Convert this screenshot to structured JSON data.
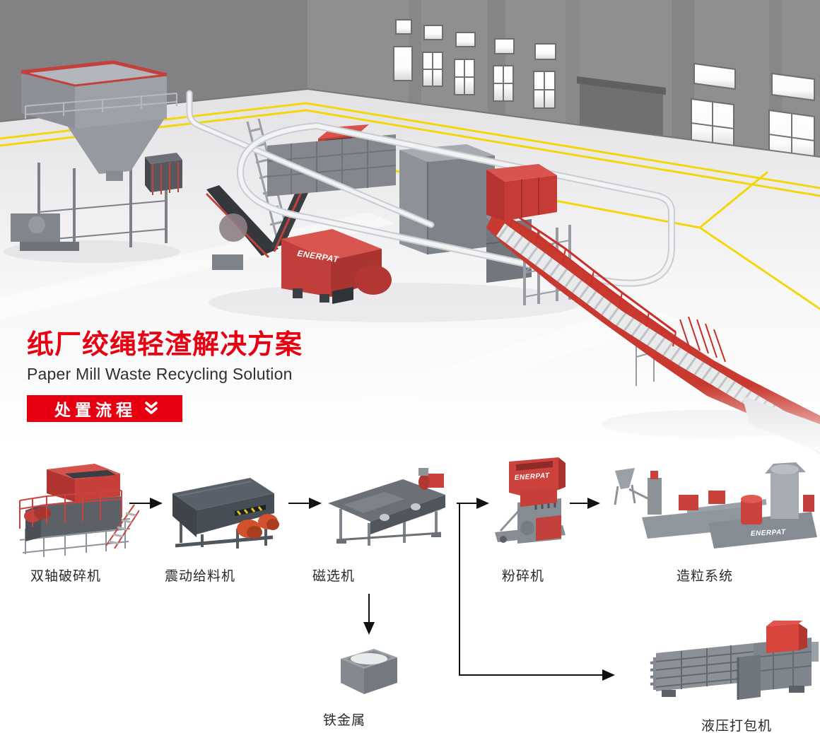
{
  "title_block": {
    "title_zh": "纸厂绞绳轻渣解决方案",
    "subtitle_en": "Paper Mill Waste Recycling Solution",
    "process_button": {
      "label": "处置流程",
      "icon": "double-chevron-down"
    }
  },
  "hero": {
    "description": "3D factory hall with recycling line",
    "machine_logo": "ENERPAT"
  },
  "colors": {
    "accent_red": "#e60012",
    "machine_red": "#c8413b",
    "wall_gray": "#8f8f91",
    "floor_gray": "#e4e4e6",
    "floor_line_yellow": "#f3d60b",
    "arrow_black": "#111111",
    "label_text": "#2a2a2a"
  },
  "flow": {
    "nodes": [
      {
        "id": "double-shaft-shredder",
        "label": "双轴破碎机"
      },
      {
        "id": "vibrating-feeder",
        "label": "震动给料机"
      },
      {
        "id": "magnetic-separator",
        "label": "磁选机"
      },
      {
        "id": "granulator",
        "label": "粉碎机",
        "logo": "ENERPAT"
      },
      {
        "id": "pelletizing-system",
        "label": "造粒系统",
        "logo": "ENERPAT"
      },
      {
        "id": "ferrous-metal",
        "label": "铁金属"
      },
      {
        "id": "hydraulic-baler",
        "label": "液压打包机"
      }
    ]
  }
}
